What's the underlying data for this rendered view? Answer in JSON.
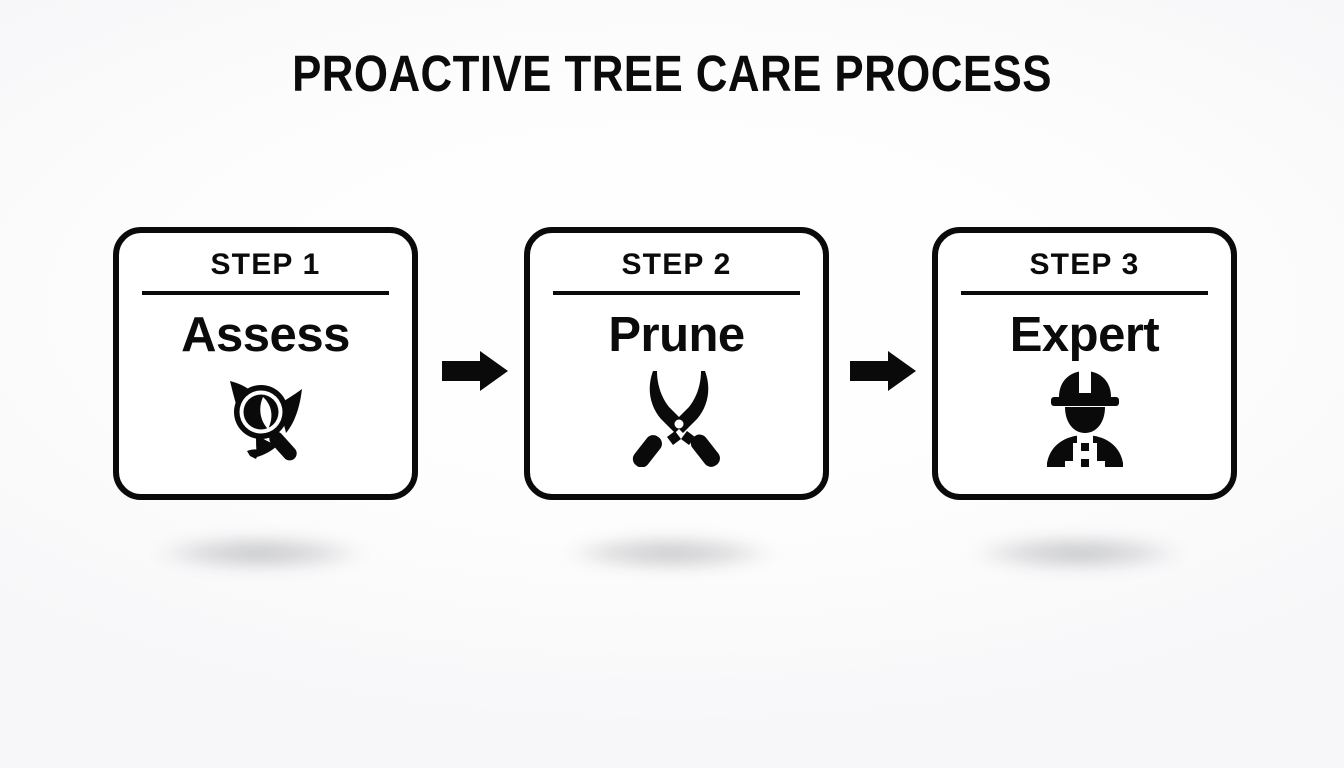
{
  "title": "PROACTIVE TREE CARE PROCESS",
  "colors": {
    "ink": "#0a0a0a",
    "background": "#fbfbfc",
    "card_fill": "#ffffff"
  },
  "steps": [
    {
      "step_label": "STEP 1",
      "name": "Assess",
      "icon": "magnifier-leaf-icon"
    },
    {
      "step_label": "STEP 2",
      "name": "Prune",
      "icon": "pruning-shears-icon"
    },
    {
      "step_label": "STEP 3",
      "name": "Expert",
      "icon": "hardhat-worker-icon"
    }
  ],
  "connectors": [
    {
      "icon": "arrow-right-icon"
    },
    {
      "icon": "arrow-right-icon"
    }
  ]
}
